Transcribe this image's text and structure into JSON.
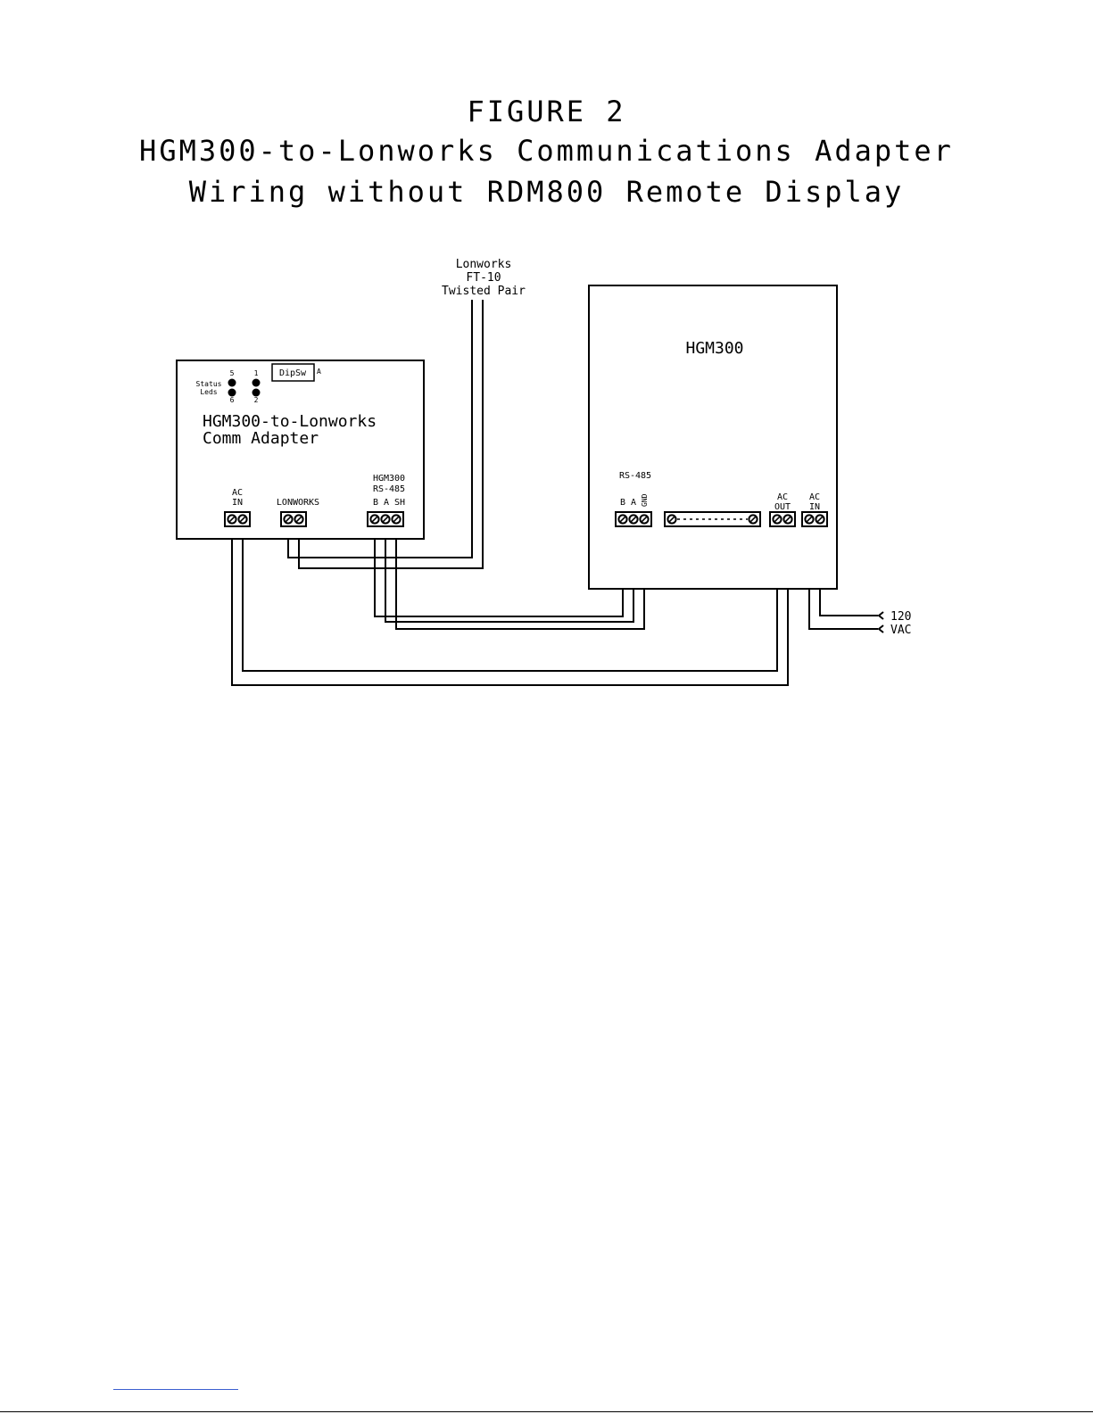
{
  "figure": {
    "title": "FIGURE 2",
    "subtitle_1": "HGM300-to-Lonworks Communications Adapter",
    "subtitle_2": "Wiring without RDM800 Remote Display"
  },
  "lonworks_network": {
    "line_1": "Lonworks",
    "line_2": "FT-10",
    "line_3": "Twisted Pair"
  },
  "comm_adapter": {
    "name_line_1": "HGM300-to-Lonworks",
    "name_line_2": "Comm Adapter",
    "dip_switch": "DipSw",
    "dip_suffix": "A",
    "status_leds_1": "Status",
    "status_leds_2": "Leds",
    "led_5": "5",
    "led_6": "6",
    "led_1": "1",
    "led_2": "2",
    "ac_in_1": "AC",
    "ac_in_2": "IN",
    "lonworks": "LONWORKS",
    "rs485_header_1": "HGM300",
    "rs485_header_2": "RS-485",
    "rs485_pins": "B A SH"
  },
  "hgm300": {
    "name": "HGM300",
    "rs485": "RS-485",
    "pin_b": "B",
    "pin_a": "A",
    "pin_gnd": "GND",
    "ac_out_1": "AC",
    "ac_out_2": "OUT",
    "ac_in_1": "AC",
    "ac_in_2": "IN"
  },
  "power_supply": {
    "line_1": "120",
    "line_2": "VAC"
  }
}
